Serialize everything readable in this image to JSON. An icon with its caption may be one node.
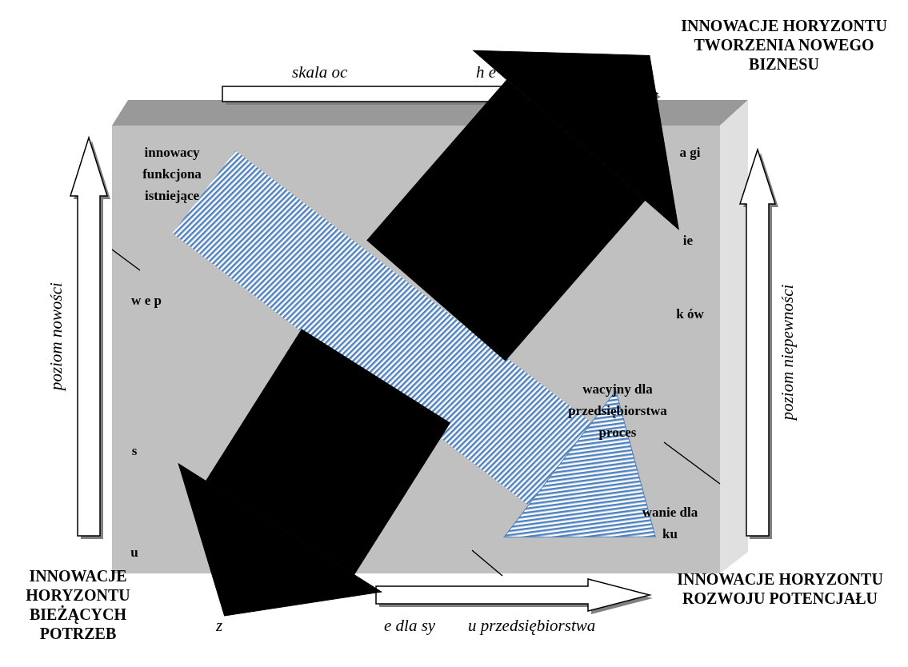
{
  "diagram": {
    "nodes": [
      {
        "text": [
          "innowacy funkcjona istniejące",
          "w e p",
          "s",
          "u",
          "a gi",
          "ie",
          "k ów",
          "wacyjny dla przedsiębiorstwa proces",
          "wanie dla ku"
        ]
      },
      {
        "text": [
          "INNOWACJE HORYZONTU TWORZENIA NOWEGO BIZNESU"
        ]
      },
      {
        "text": [
          "INNOWACJE HORYZONTU BIEŻĄCYCH POTRZEB"
        ]
      },
      {
        "text": [
          "INNOWACJE HORYZONTU ROZWOJU POTENCJAŁU"
        ]
      }
    ],
    "edges": [
      {
        "from": 0,
        "to": 3,
        "arrow": "to",
        "color": "#4f81bd"
      },
      {
        "from": 0,
        "to": 1,
        "arrow": "to"
      },
      {
        "from": 0,
        "to": 2,
        "arrow": "to"
      }
    ],
    "labels": [
      "skala oc",
      "h e",
      "poziom nowości",
      "poziom niepewności",
      "z",
      "e dla sy",
      "u przedsiębiorstwa"
    ]
  }
}
